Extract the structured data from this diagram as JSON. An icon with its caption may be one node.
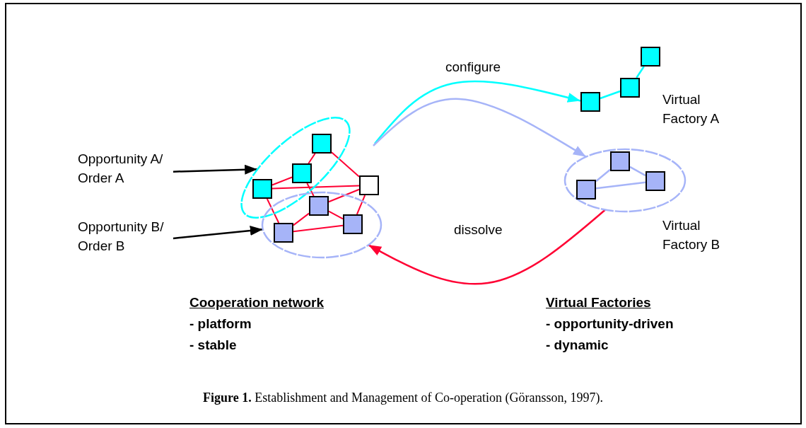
{
  "diagram": {
    "caption": "**Figure 1.** Establishment and Management of Co-operation (Göransson, 1997).",
    "nodes": [
      {
        "text": [
          "Opportunity A/ Order A"
        ]
      },
      {
        "text": [
          "Opportunity B/ Order B"
        ]
      },
      {
        "text": [],
        "shape": "ellipse"
      },
      {
        "text": [],
        "shape": "ellipse"
      },
      {
        "text": [],
        "shape": "box",
        "in": 2
      },
      {
        "text": [],
        "shape": "box",
        "in": 2
      },
      {
        "text": [],
        "shape": "box",
        "in": 2
      },
      {
        "text": [],
        "shape": "box"
      },
      {
        "text": [],
        "shape": "box",
        "in": 3
      },
      {
        "text": [],
        "shape": "box",
        "in": 3
      },
      {
        "text": [],
        "shape": "box",
        "in": 3
      },
      {
        "text": [],
        "shape": "box"
      },
      {
        "text": [],
        "shape": "box"
      },
      {
        "text": [],
        "shape": "box"
      },
      {
        "text": [],
        "shape": "ellipse"
      },
      {
        "text": [],
        "shape": "box",
        "in": 14
      },
      {
        "text": [],
        "shape": "box",
        "in": 14
      },
      {
        "text": [],
        "shape": "box",
        "in": 14
      }
    ],
    "edges": [
      {
        "from": 0,
        "to": 2,
        "arrow": "to",
        "color": "#000000"
      },
      {
        "from": 1,
        "to": 3,
        "arrow": "to",
        "color": "#000000"
      },
      {
        "from": null,
        "to": 13,
        "arrow": "to",
        "label": "configure",
        "color": "#00ffff"
      },
      {
        "from": null,
        "to": 14,
        "arrow": "to",
        "color": "#a6b4f8"
      },
      {
        "from": 14,
        "to": 3,
        "arrow": "to",
        "label": "dissolve"
      },
      {
        "from": 4,
        "to": 5,
        "arrow": "none"
      },
      {
        "from": 4,
        "to": 7,
        "arrow": "none"
      },
      {
        "from": 5,
        "to": 6,
        "arrow": "none"
      },
      {
        "from": 6,
        "to": 7,
        "arrow": "none"
      },
      {
        "from": 6,
        "to": 9,
        "arrow": "none"
      },
      {
        "from": 5,
        "to": 8,
        "arrow": "none"
      },
      {
        "from": 7,
        "to": 8,
        "arrow": "none"
      },
      {
        "from": 7,
        "to": 10,
        "arrow": "none"
      },
      {
        "from": 8,
        "to": 9,
        "arrow": "none"
      },
      {
        "from": 8,
        "to": 10,
        "arrow": "none"
      },
      {
        "from": 9,
        "to": 10,
        "arrow": "none"
      },
      {
        "from": 11,
        "to": 12,
        "arrow": "none",
        "color": "#00ffff"
      },
      {
        "from": 12,
        "to": 13,
        "arrow": "none",
        "color": "#00ffff"
      },
      {
        "from": 15,
        "to": 16,
        "arrow": "none",
        "color": "#a6b4f8"
      },
      {
        "from": 15,
        "to": 17,
        "arrow": "none",
        "color": "#a6b4f8"
      },
      {
        "from": 16,
        "to": 17,
        "arrow": "none",
        "color": "#a6b4f8"
      }
    ],
    "labels": [
      "Virtual Factory A",
      "Virtual Factory B",
      "Cooperation network",
      "- platform",
      "- stable",
      "Virtual Factories",
      "- opportunity-driven",
      "- dynamic"
    ]
  }
}
